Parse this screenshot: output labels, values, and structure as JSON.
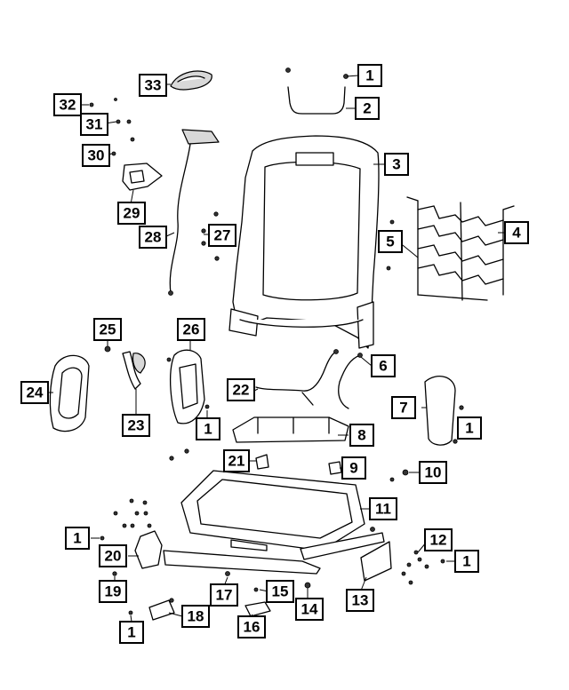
{
  "callouts": [
    {
      "id": "c1a",
      "label": "1"
    },
    {
      "id": "c2",
      "label": "2"
    },
    {
      "id": "c3",
      "label": "3"
    },
    {
      "id": "c4",
      "label": "4"
    },
    {
      "id": "c5",
      "label": "5"
    },
    {
      "id": "c6",
      "label": "6"
    },
    {
      "id": "c7",
      "label": "7"
    },
    {
      "id": "c1b",
      "label": "1"
    },
    {
      "id": "c8",
      "label": "8"
    },
    {
      "id": "c9",
      "label": "9"
    },
    {
      "id": "c10",
      "label": "10"
    },
    {
      "id": "c11",
      "label": "11"
    },
    {
      "id": "c12",
      "label": "12"
    },
    {
      "id": "c1c",
      "label": "1"
    },
    {
      "id": "c13",
      "label": "13"
    },
    {
      "id": "c14",
      "label": "14"
    },
    {
      "id": "c15",
      "label": "15"
    },
    {
      "id": "c16",
      "label": "16"
    },
    {
      "id": "c17",
      "label": "17"
    },
    {
      "id": "c18",
      "label": "18"
    },
    {
      "id": "c1d",
      "label": "1"
    },
    {
      "id": "c19",
      "label": "19"
    },
    {
      "id": "c20",
      "label": "20"
    },
    {
      "id": "c1e",
      "label": "1"
    },
    {
      "id": "c21",
      "label": "21"
    },
    {
      "id": "c22",
      "label": "22"
    },
    {
      "id": "c23",
      "label": "23"
    },
    {
      "id": "c24",
      "label": "24"
    },
    {
      "id": "c25",
      "label": "25"
    },
    {
      "id": "c26",
      "label": "26"
    },
    {
      "id": "c1f",
      "label": "1"
    },
    {
      "id": "c27",
      "label": "27"
    },
    {
      "id": "c28",
      "label": "28"
    },
    {
      "id": "c29",
      "label": "29"
    },
    {
      "id": "c30",
      "label": "30"
    },
    {
      "id": "c31",
      "label": "31"
    },
    {
      "id": "c32",
      "label": "32"
    },
    {
      "id": "c33",
      "label": "33"
    }
  ]
}
